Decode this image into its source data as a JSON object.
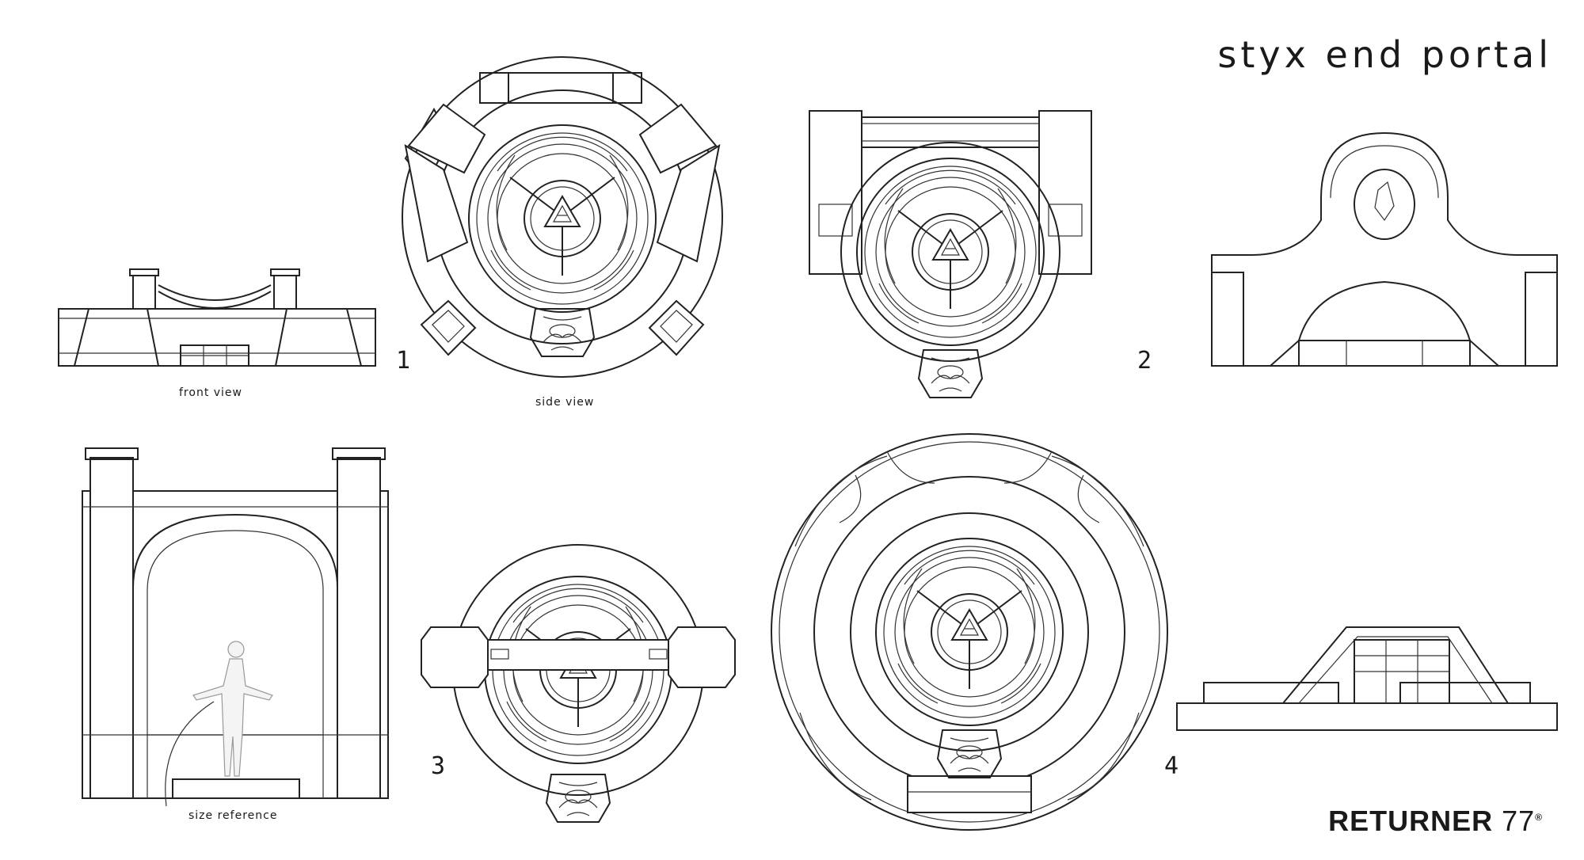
{
  "sheet": {
    "title": "STYX END PORTAL",
    "brand": "RETURNER",
    "brand_number": "77",
    "brand_mark": "®"
  },
  "views": [
    {
      "label": "Front view"
    },
    {
      "label": "side view"
    },
    {
      "label": "size reference"
    }
  ],
  "variants": [
    {
      "number": "1"
    },
    {
      "number": "2"
    },
    {
      "number": "3"
    },
    {
      "number": "4"
    }
  ]
}
